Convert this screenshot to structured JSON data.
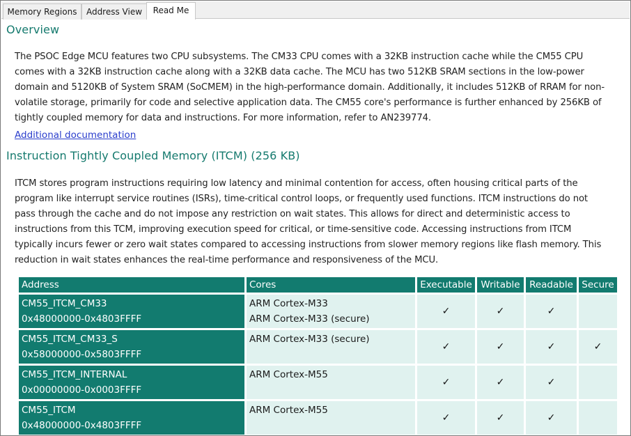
{
  "tabs": [
    {
      "label": "Memory Regions"
    },
    {
      "label": "Address View"
    },
    {
      "label": "Read Me"
    }
  ],
  "overview": {
    "heading": "Overview",
    "lines": [
      "The PSOC Edge MCU features two CPU subsystems. The CM33 CPU comes with a 32KB instruction cache while the CM55 CPU",
      "comes with a 32KB instruction cache along with a 32KB data cache. The MCU has two 512KB SRAM sections in the low-power",
      "domain and 5120KB of System SRAM (SoCMEM) in the high-performance domain. Additionally, it includes 512KB of RRAM for non-",
      "volatile storage, primarily for code and selective application data. The CM55 core's performance is further enhanced by 256KB of",
      "tightly coupled memory for data and instructions. For more information, refer to AN239774."
    ],
    "link": "Additional documentation"
  },
  "itcm": {
    "heading": "Instruction Tightly Coupled Memory (ITCM) (256 KB)",
    "lines": [
      "ITCM stores program instructions requiring low latency and minimal contention for access, often housing critical parts of the",
      "program like interrupt service routines (ISRs), time-critical control loops, or frequently used functions. ITCM instructions do not",
      "pass through the cache and do not impose any restriction on wait states. This allows for direct and deterministic access to",
      "instructions from this TCM, improving execution speed for critical, or time-sensitive code. Accessing instructions from ITCM",
      "typically incurs fewer or zero wait states compared to accessing instructions from slower memory regions like flash memory. This",
      "reduction in wait states enhances the real-time performance and responsiveness of the MCU."
    ]
  },
  "table": {
    "headers": [
      "Address",
      "Cores",
      "Executable",
      "Writable",
      "Readable",
      "Secure"
    ],
    "check_glyph": "✓",
    "rows": [
      {
        "name": "CM55_ITCM_CM33",
        "range": "0x48000000-0x4803FFFF",
        "cores": [
          "ARM Cortex-M33",
          "ARM Cortex-M33 (secure)"
        ],
        "executable": true,
        "writable": true,
        "readable": true,
        "secure": false
      },
      {
        "name": "CM55_ITCM_CM33_S",
        "range": "0x58000000-0x5803FFFF",
        "cores": [
          "ARM Cortex-M33 (secure)"
        ],
        "executable": true,
        "writable": true,
        "readable": true,
        "secure": true
      },
      {
        "name": "CM55_ITCM_INTERNAL",
        "range": "0x00000000-0x0003FFFF",
        "cores": [
          "ARM Cortex-M55"
        ],
        "executable": true,
        "writable": true,
        "readable": true,
        "secure": false
      },
      {
        "name": "CM55_ITCM",
        "range": "0x48000000-0x4803FFFF",
        "cores": [
          "ARM Cortex-M55"
        ],
        "executable": true,
        "writable": true,
        "readable": true,
        "secure": false
      }
    ]
  },
  "colors": {
    "accent": "#127b6f",
    "heading": "#157a6e",
    "cell_light": "#e0f2ef",
    "link": "#2a3dcc"
  }
}
